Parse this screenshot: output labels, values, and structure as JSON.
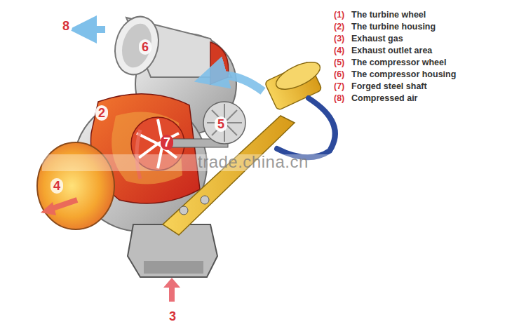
{
  "diagram": {
    "labels": [
      "(1)",
      "The turbine wheel",
      "(2)",
      "The turbine housing",
      "(3)",
      "Exhaust gas",
      "(4)",
      "Exhaust outlet area",
      "(5)",
      "The compressor wheel",
      "(6)",
      "The compressor housing",
      "(7)",
      "Forged steel shaft",
      "(8)",
      "Compressed air",
      "8",
      "6",
      "2",
      "5",
      "7",
      "4",
      "3",
      "trade.china.cn"
    ]
  }
}
